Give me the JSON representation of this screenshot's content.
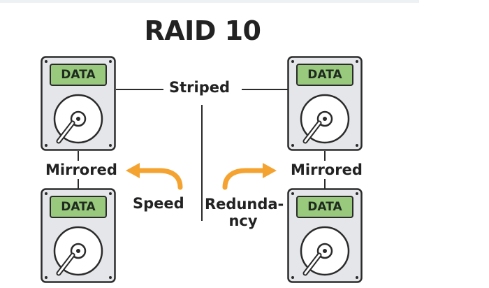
{
  "title": "RAID 10",
  "labels": {
    "striped": "Striped",
    "mirrored_left": "Mirrored",
    "mirrored_right": "Mirrored",
    "speed": "Speed",
    "redundancy_line1": "Redunda-",
    "redundancy_line2": "ncy"
  },
  "drives": [
    {
      "id": "top-left",
      "label": "DATA"
    },
    {
      "id": "bottom-left",
      "label": "DATA"
    },
    {
      "id": "top-right",
      "label": "DATA"
    },
    {
      "id": "bottom-right",
      "label": "DATA"
    }
  ],
  "colors": {
    "drive_fill": "#e4e6e9",
    "drive_stroke": "#2b2b2b",
    "data_label_fill": "#98c97d",
    "arrow": "#f4a330",
    "line": "#2b2b2b"
  },
  "icons": [
    "hard-drive-icon",
    "left-arrow-icon",
    "right-arrow-icon"
  ]
}
